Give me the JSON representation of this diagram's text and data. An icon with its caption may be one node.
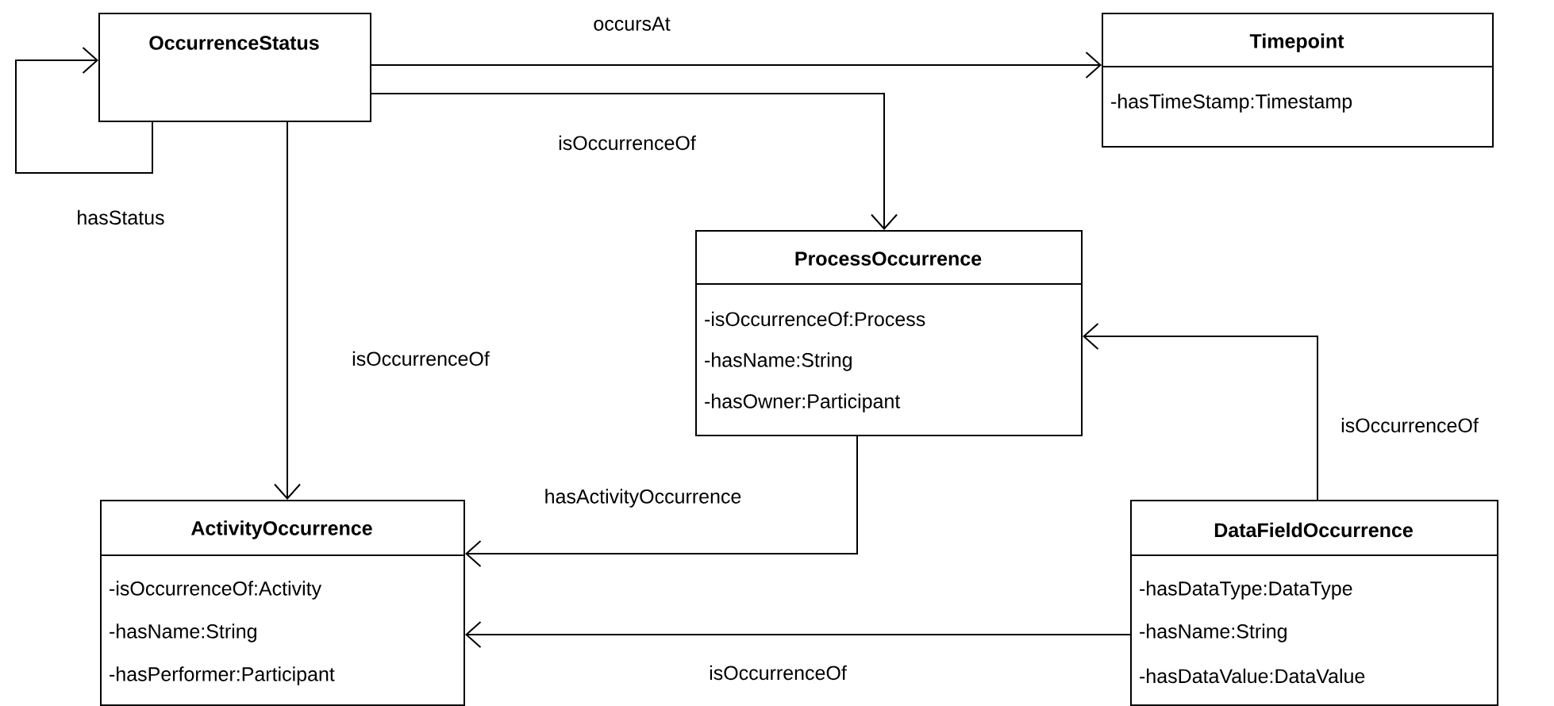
{
  "diagram": {
    "nodes": [
      {
        "text": [
          "OccurrenceStatus"
        ]
      },
      {
        "text": [
          "Timepoint",
          "-hasTimeStamp:Timestamp"
        ]
      },
      {
        "text": [
          "ProcessOccurrence",
          "-isOccurrenceOf:Process",
          "-hasName:String",
          "-hasOwner:Participant"
        ]
      },
      {
        "text": [
          "ActivityOccurrence",
          "-isOccurrenceOf:Activity",
          "-hasName:String",
          "-hasPerformer:Participant"
        ]
      },
      {
        "text": [
          "DataFieldOccurrence",
          "-hasDataType:DataType",
          "-hasName:String",
          "-hasDataValue:DataValue"
        ]
      }
    ],
    "edges": [
      {
        "from": 0,
        "to": 0,
        "arrow": "to",
        "label": "hasStatus"
      },
      {
        "from": 0,
        "to": 1,
        "arrow": "to",
        "label": "occursAt"
      },
      {
        "from": 0,
        "to": 2,
        "arrow": "to",
        "label": "isOccurrenceOf"
      },
      {
        "from": 0,
        "to": 3,
        "arrow": "to",
        "label": "isOccurrenceOf"
      },
      {
        "from": 2,
        "to": 3,
        "arrow": "to",
        "label": "hasActivityOccurrence"
      },
      {
        "from": 4,
        "to": 2,
        "arrow": "to",
        "label": "isOccurrenceOf"
      },
      {
        "from": 4,
        "to": 3,
        "arrow": "to",
        "label": "isOccurrenceOf"
      }
    ]
  }
}
